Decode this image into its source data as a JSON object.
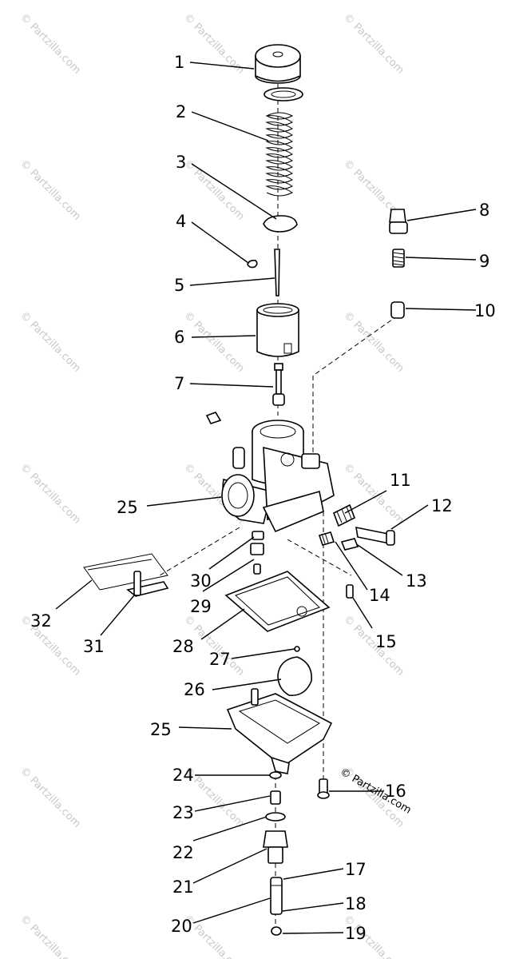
{
  "watermark": "© Partzilla.com",
  "credit": "© Partzilla.com",
  "callouts": [
    "1",
    "2",
    "3",
    "4",
    "5",
    "6",
    "7",
    "8",
    "9",
    "10",
    "11",
    "12",
    "13",
    "14",
    "15",
    "16",
    "17",
    "18",
    "19",
    "20",
    "21",
    "22",
    "23",
    "24",
    "25",
    "25",
    "26",
    "27",
    "28",
    "29",
    "30",
    "31",
    "32"
  ]
}
